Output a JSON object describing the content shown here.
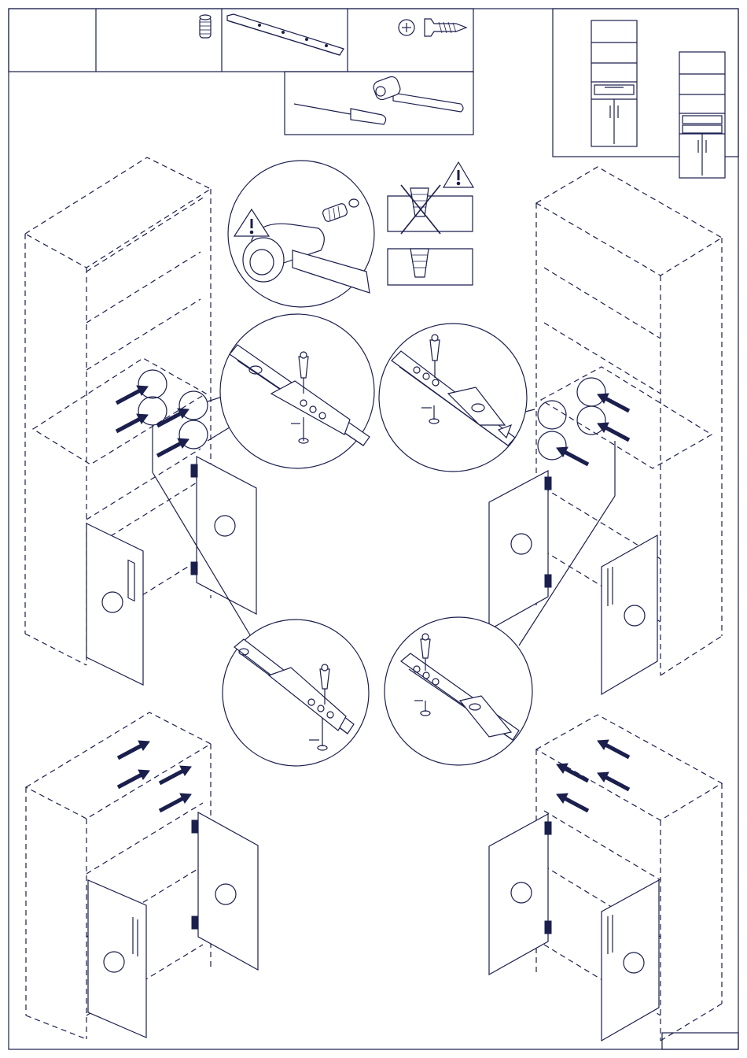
{
  "document": {
    "type": "assembly-instruction-sheet",
    "text": [],
    "parts_header": {
      "cells": [
        {
          "content": "empty"
        },
        {
          "content": "dowel-icon"
        },
        {
          "content": "drawer-rail-icon"
        },
        {
          "content": "phillips-screw-icon"
        }
      ],
      "tools": [
        "screwdriver-icon",
        "hammer-icon"
      ]
    },
    "product_variants": [
      "tall-bookcase-with-drawer",
      "tall-bookcase-with-two-drawers"
    ],
    "steps": [
      {
        "name": "insert-dowels-with-hammer",
        "icons": [
          "warning-icon"
        ]
      },
      {
        "name": "dowel-depth-check",
        "icons": [
          "warning-icon"
        ]
      },
      {
        "name": "mount-drawer-rails-tall-left"
      },
      {
        "name": "mount-drawer-rails-tall-right"
      },
      {
        "name": "mount-drawer-rails-low-left"
      },
      {
        "name": "mount-drawer-rails-low-right"
      }
    ],
    "colors": {
      "line": "#1a1f4d",
      "paper": "#ffffff"
    }
  }
}
